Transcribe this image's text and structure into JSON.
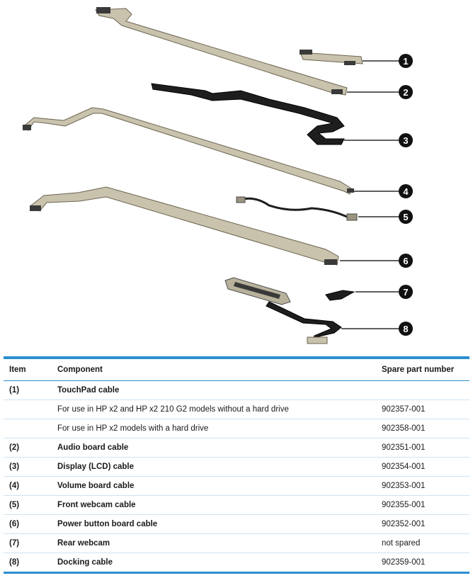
{
  "figure": {
    "callouts": [
      "1",
      "2",
      "3",
      "4",
      "5",
      "6",
      "7",
      "8"
    ]
  },
  "table": {
    "headers": {
      "item": "Item",
      "component": "Component",
      "spare": "Spare part number"
    },
    "rows": [
      {
        "item": "(1)",
        "component": "TouchPad cable",
        "spare": "",
        "bold": true
      },
      {
        "item": "",
        "component": "For use in HP x2 and HP x2 210 G2 models without a hard drive",
        "spare": "902357-001",
        "bold": false
      },
      {
        "item": "",
        "component": "For use in HP x2 models with a hard drive",
        "spare": "902358-001",
        "bold": false
      },
      {
        "item": "(2)",
        "component": "Audio board cable",
        "spare": "902351-001",
        "bold": true
      },
      {
        "item": "(3)",
        "component": "Display (LCD) cable",
        "spare": "902354-001",
        "bold": true
      },
      {
        "item": "(4)",
        "component": "Volume board cable",
        "spare": "902353-001",
        "bold": true
      },
      {
        "item": "(5)",
        "component": "Front webcam cable",
        "spare": "902355-001",
        "bold": true
      },
      {
        "item": "(6)",
        "component": "Power button board cable",
        "spare": "902352-001",
        "bold": true
      },
      {
        "item": "(7)",
        "component": "Rear webcam",
        "spare": "not spared",
        "bold": true
      },
      {
        "item": "(8)",
        "component": "Docking cable",
        "spare": "902359-001",
        "bold": true
      }
    ]
  }
}
